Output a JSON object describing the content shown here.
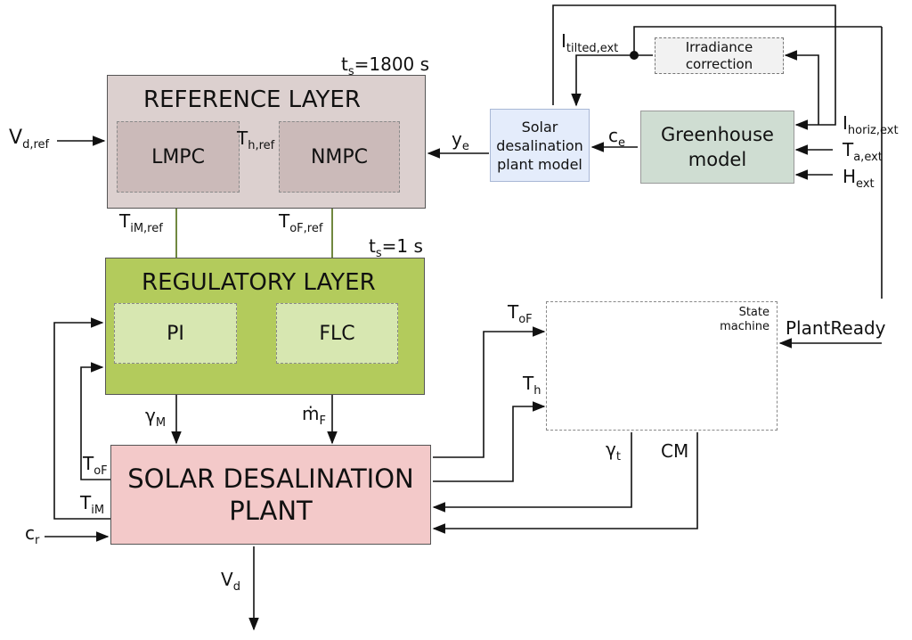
{
  "blocks": {
    "reference_layer": {
      "title": "REFERENCE LAYER",
      "lmpc": "LMPC",
      "nmpc": "NMPC"
    },
    "regulatory_layer": {
      "title": "REGULATORY LAYER",
      "pi": "PI",
      "flc": "FLC"
    },
    "plant": "SOLAR DESALINATION\nPLANT",
    "solar_model": "Solar\ndesalination\nplant model",
    "greenhouse": "Greenhouse\nmodel",
    "irradiance": "Irradiance\ncorrection",
    "state_machine": "State\nmachine"
  },
  "labels": {
    "ts_ref": {
      "main": "t",
      "sub": "s",
      "rest": "=1800 s"
    },
    "ts_reg": {
      "main": "t",
      "sub": "s",
      "rest": "=1 s"
    },
    "vd_ref": {
      "main": "V",
      "sub": "d,ref"
    },
    "th_ref": {
      "main": "T",
      "sub": "h,ref"
    },
    "ye": {
      "main": "y",
      "sub": "e"
    },
    "ce": {
      "main": "c",
      "sub": "e"
    },
    "i_tilted": {
      "main": "I",
      "sub": "tilted,ext"
    },
    "i_horiz": {
      "main": "I",
      "sub": "horiz,ext"
    },
    "t_a": {
      "main": "T",
      "sub": "a,ext"
    },
    "h_ext": {
      "main": "H",
      "sub": "ext"
    },
    "tim_ref": {
      "main": "T",
      "sub": "iM,ref"
    },
    "tof_ref": {
      "main": "T",
      "sub": "oF,ref"
    },
    "gamma_m": {
      "main": "γ",
      "sub": "M"
    },
    "mdot_f": {
      "main": "ṁ",
      "sub": "F"
    },
    "tof_fb": {
      "main": "T",
      "sub": "oF"
    },
    "tim_fb": {
      "main": "T",
      "sub": "iM"
    },
    "cr": {
      "main": "c",
      "sub": "r"
    },
    "vd": {
      "main": "V",
      "sub": "d"
    },
    "tof_sm": {
      "main": "T",
      "sub": "oF"
    },
    "th_sm": {
      "main": "T",
      "sub": "h"
    },
    "gamma_t": {
      "main": "γ",
      "sub": "t"
    },
    "cm": {
      "main": "CM",
      "sub": ""
    },
    "plant_ready": {
      "main": "PlantReady",
      "sub": ""
    }
  },
  "colors": {
    "reference_layer": "#dcd0cf",
    "regulatory_layer": "#b3cb5c",
    "plant": "#f3c9c9",
    "solar_model": "#e4ecfb",
    "greenhouse": "#cfddd2",
    "state_node": "#f2ee08",
    "arrow": "#111111",
    "green_arrow": "#4d6a10"
  }
}
